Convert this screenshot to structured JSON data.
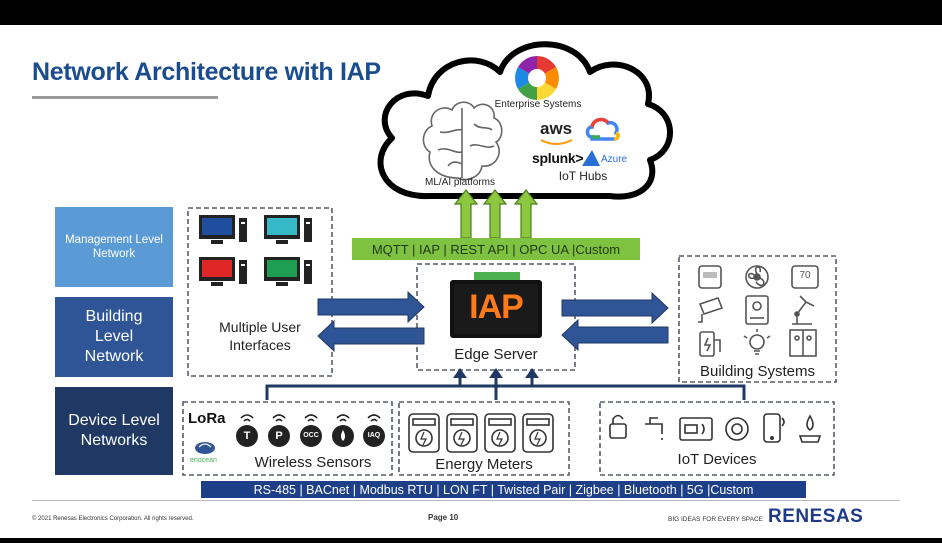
{
  "slide": {
    "title": "Network Architecture with IAP",
    "levels": {
      "management": "Management Level Network",
      "building": "Building Level Network",
      "device": "Device Level Networks"
    },
    "cloud": {
      "enterprise_label": "Enterprise Systems",
      "ml_label": "ML/AI platforms",
      "iot_hubs_label": "IoT Hubs",
      "logos": {
        "aws": "aws",
        "splunk": "splunk>",
        "azure": "Azure"
      }
    },
    "protocols_top": "MQTT | IAP | REST API | OPC UA |Custom",
    "protocols_bottom": "RS-485 | BACnet | Modbus RTU | LON FT | Twisted Pair | Zigbee | Bluetooth | 5G |Custom",
    "ui_box_label": "Multiple User Interfaces",
    "edge": {
      "logo": "IAP",
      "label": "Edge Server"
    },
    "building_systems": {
      "label": "Building Systems",
      "thermostat_text": "70"
    },
    "wireless": {
      "label": "Wireless Sensors",
      "lora": "LoRa",
      "enocean": "enocean",
      "sensors": [
        "T",
        "P",
        "OCC",
        "",
        "IAQ"
      ]
    },
    "energy_label": "Energy Meters",
    "iot_label": "IoT Devices",
    "footer": {
      "copyright": "© 2021 Renesas Electronics Corporation. All rights reserved.",
      "page": "Page 10",
      "tagline": "BIG IDEAS FOR EVERY SPACE",
      "brand": "RENESAS"
    },
    "colors": {
      "title": "#1b4d8e",
      "management": "#5b9bd5",
      "building": "#2f5597",
      "device": "#1f3864",
      "protocol_green": "#7fc241",
      "protocol_blue": "#1d3f87",
      "arrow_blue": "#2f5597"
    }
  }
}
